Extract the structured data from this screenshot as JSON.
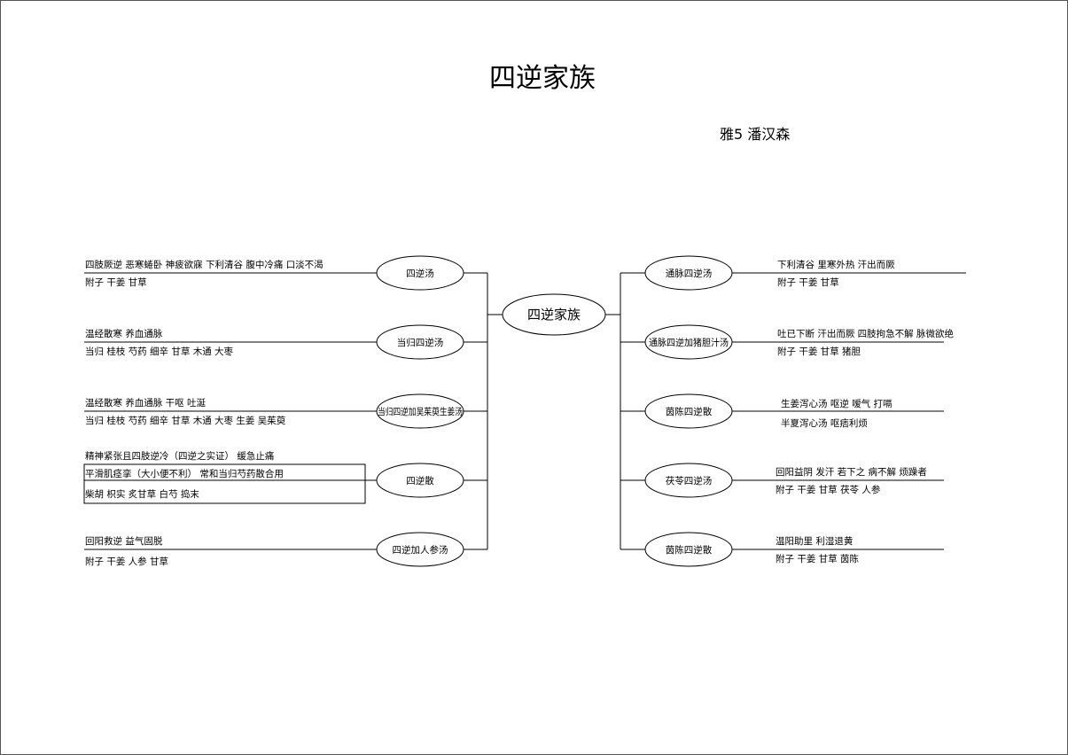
{
  "title": "四逆家族",
  "author": "雅5  潘汉森",
  "center": "四逆家族",
  "left": [
    {
      "name": "四逆汤",
      "line1": "四肢厥逆  恶寒蜷卧  神疲欲寐  下利清谷  腹中冷痛  口淡不渴",
      "line2": "附子     干姜     甘草"
    },
    {
      "name": "当归四逆汤",
      "line1": "温经散寒  养血通脉",
      "line2": "当归  桂枝  芍药  细辛  甘草  木通  大枣"
    },
    {
      "name": "当归四逆加吴茱萸生姜汤",
      "line1": "温经散寒  养血通脉  干呕  吐涎",
      "line2": "当归  桂枝  芍药  细辛  甘草  木通  大枣  生姜  吴茱萸"
    },
    {
      "name": "四逆散",
      "line1": "精神紧张且四肢逆冷（四逆之实证）  缓急止痛",
      "line2": "平滑肌痉挛（大小便不利）  常和当归芍药散合用",
      "line3": "柴胡  枳实  炙甘草  白芍    捣末"
    },
    {
      "name": "四逆加人参汤",
      "line1": "回阳救逆  益气固脱",
      "line2": "附子  干姜  人参  甘草"
    }
  ],
  "right": [
    {
      "name": "通脉四逆汤",
      "line1": "下利清谷  里寒外热  汗出而厥",
      "line2": "附子     干姜     甘草"
    },
    {
      "name": "通脉四逆加猪胆汁汤",
      "line1": "吐已下断  汗出而厥  四肢拘急不解  脉微欲绝",
      "line2": "附子     干姜     甘草     猪胆"
    },
    {
      "name": "茵陈四逆散",
      "line1": "生姜泻心汤  呕逆  嗳气  打嗝",
      "line2": "半夏泻心汤     呕痞利烦"
    },
    {
      "name": "茯苓四逆汤",
      "line1": "回阳益阴  发汗  若下之  病不解  烦躁者",
      "line2": "附子     干姜     甘草  茯苓  人参"
    },
    {
      "name": "茵陈四逆散",
      "line1": "温阳助里  利湿退黄",
      "line2": "附子     干姜     甘草  茵陈"
    }
  ]
}
